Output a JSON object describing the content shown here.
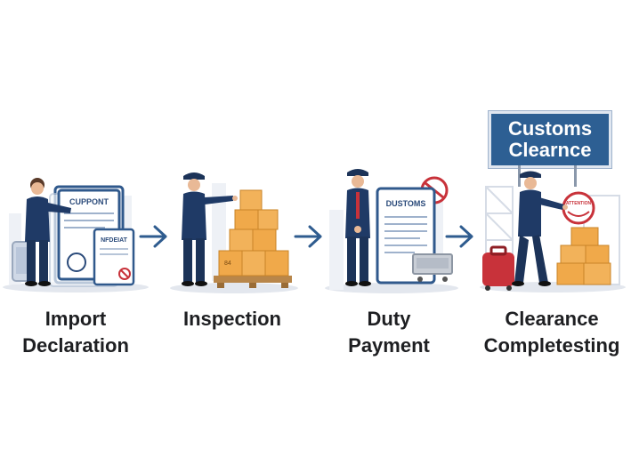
{
  "steps": [
    {
      "caption_line1": "Import",
      "caption_line2": "Declaration",
      "doc_title": "CUPPONT",
      "doc_small_title": "NFDEIAT"
    },
    {
      "caption_line1": "Inspection",
      "caption_line2": "",
      "box_label": "84"
    },
    {
      "caption_line1": "Duty",
      "caption_line2": "Payment",
      "doc_title": "DUSTOMS"
    },
    {
      "caption_line1": "Clearance",
      "caption_line2": "Completesting",
      "sign_line1": "Customs",
      "sign_line2": "Clearnce",
      "stamp_text": "ATTENTION"
    }
  ],
  "colors": {
    "uniform": "#1f3a66",
    "arrow": "#2f5c8f",
    "sign_bg": "#2d5f93",
    "box": "#f0a94a",
    "box_dark": "#d88a2c",
    "stamp": "#c8323a"
  },
  "icons": [
    "officer-icon",
    "document-icon",
    "box-stack-icon",
    "stamp-icon",
    "cart-icon",
    "suitcase-icon"
  ]
}
